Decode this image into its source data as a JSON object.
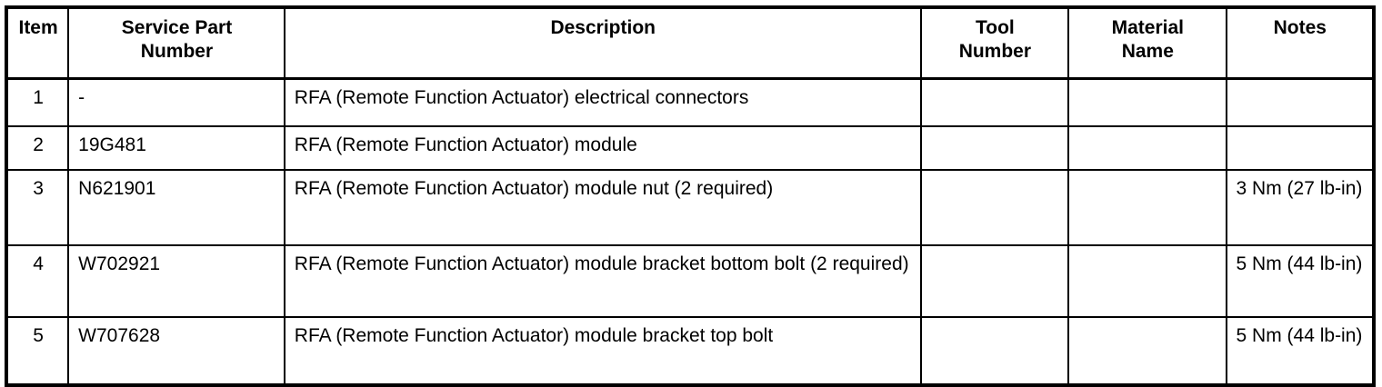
{
  "table": {
    "columns": [
      {
        "key": "item",
        "label": "Item"
      },
      {
        "key": "part",
        "label": "Service Part\nNumber"
      },
      {
        "key": "desc",
        "label": "Description"
      },
      {
        "key": "tool",
        "label": "Tool\nNumber"
      },
      {
        "key": "material",
        "label": "Material\nName"
      },
      {
        "key": "notes",
        "label": "Notes"
      }
    ],
    "headers": {
      "item": "Item",
      "part_line1": "Service Part",
      "part_line2": "Number",
      "description": "Description",
      "tool_line1": "Tool",
      "tool_line2": "Number",
      "material_line1": "Material",
      "material_line2": "Name",
      "notes": "Notes"
    },
    "rows": [
      {
        "item": "1",
        "part": "-",
        "desc": "RFA (Remote Function Actuator) electrical connectors",
        "tool": "",
        "material": "",
        "notes": ""
      },
      {
        "item": "2",
        "part": "19G481",
        "desc": "RFA (Remote Function Actuator) module",
        "tool": "",
        "material": "",
        "notes": ""
      },
      {
        "item": "3",
        "part": "N621901",
        "desc": "RFA (Remote Function Actuator) module nut (2 required)",
        "tool": "",
        "material": "",
        "notes": "3 Nm (27 lb-in)"
      },
      {
        "item": "4",
        "part": "W702921",
        "desc": "RFA (Remote Function Actuator) module bracket bottom bolt (2 required)",
        "tool": "",
        "material": "",
        "notes": "5 Nm (44 lb-in)"
      },
      {
        "item": "5",
        "part": "W707628",
        "desc": "RFA (Remote Function Actuator) module bracket top bolt",
        "tool": "",
        "material": "",
        "notes": "5 Nm (44 lb-in)"
      }
    ]
  },
  "colors": {
    "border": "#000000",
    "text": "#000000",
    "background": "#ffffff"
  }
}
